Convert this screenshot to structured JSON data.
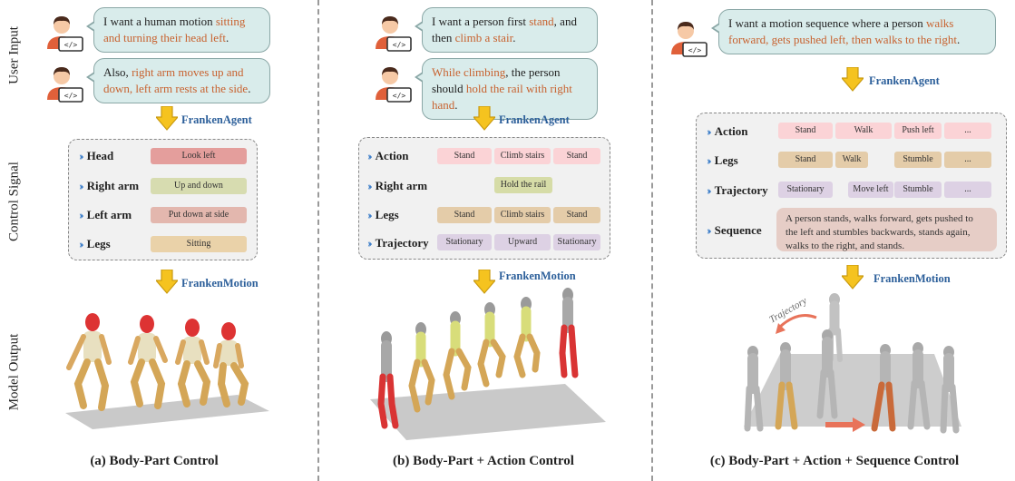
{
  "row_labels": {
    "user_input": "User Input",
    "control_signal": "Control Signal",
    "model_output": "Model Output"
  },
  "agents": {
    "franken_agent": "FrankenAgent",
    "franken_motion": "FrankenMotion"
  },
  "colors": {
    "highlight": "#c8622f",
    "agent_blue": "#2c5f9a",
    "chevron": "#3d7ec9",
    "bubble": "#d9eceb"
  },
  "panel_a": {
    "bubble1": {
      "pre": "I want a human motion ",
      "hl": "sitting and turning their head left",
      "post": "."
    },
    "bubble2": {
      "pre": "Also, ",
      "hl": "right arm moves up and down, left arm rests at the side",
      "post": "."
    },
    "rows": [
      {
        "name": "Head",
        "chip": "Look left"
      },
      {
        "name": "Right arm",
        "chip": "Up and down"
      },
      {
        "name": "Left arm",
        "chip": "Put down at side"
      },
      {
        "name": "Legs",
        "chip": "Sitting"
      }
    ],
    "caption": "(a) Body-Part Control"
  },
  "panel_b": {
    "bubble1": {
      "pre": "I want a person first ",
      "hl1": "stand",
      "mid": ", and then ",
      "hl2": "climb a stair",
      "post": "."
    },
    "bubble2": {
      "hl": "While climbing",
      "mid": ", the person should ",
      "hl2": "hold the rail with right hand",
      "post": "."
    },
    "rows": [
      {
        "name": "Action",
        "chips": [
          "Stand",
          "Climb stairs",
          "Stand"
        ]
      },
      {
        "name": "Right arm",
        "chips": [
          "Hold the rail"
        ]
      },
      {
        "name": "Legs",
        "chips": [
          "Stand",
          "Climb stairs",
          "Stand"
        ]
      },
      {
        "name": "Trajectory",
        "chips": [
          "Stationary",
          "Upward",
          "Stationary"
        ]
      }
    ],
    "caption": "(b) Body-Part + Action Control"
  },
  "panel_c": {
    "bubble1": {
      "pre": "I want a motion sequence where a person ",
      "hl": "walks forward, gets pushed left, then walks to the right",
      "post": "."
    },
    "rows": [
      {
        "name": "Action",
        "chips": [
          "Stand",
          "Walk",
          "Push left",
          "..."
        ]
      },
      {
        "name": "Legs",
        "chips": [
          "Stand",
          "Walk",
          "Stumble",
          "..."
        ]
      },
      {
        "name": "Trajectory",
        "chips": [
          "Stationary",
          "Move left",
          "Stumble",
          "..."
        ]
      },
      {
        "name": "Sequence",
        "text": "A person stands, walks forward, gets pushed to the left and stumbles backwards, stands again, walks to the right, and stands."
      }
    ],
    "trajectory_note": "Trajectory",
    "caption": "(c) Body-Part + Action + Sequence Control"
  }
}
